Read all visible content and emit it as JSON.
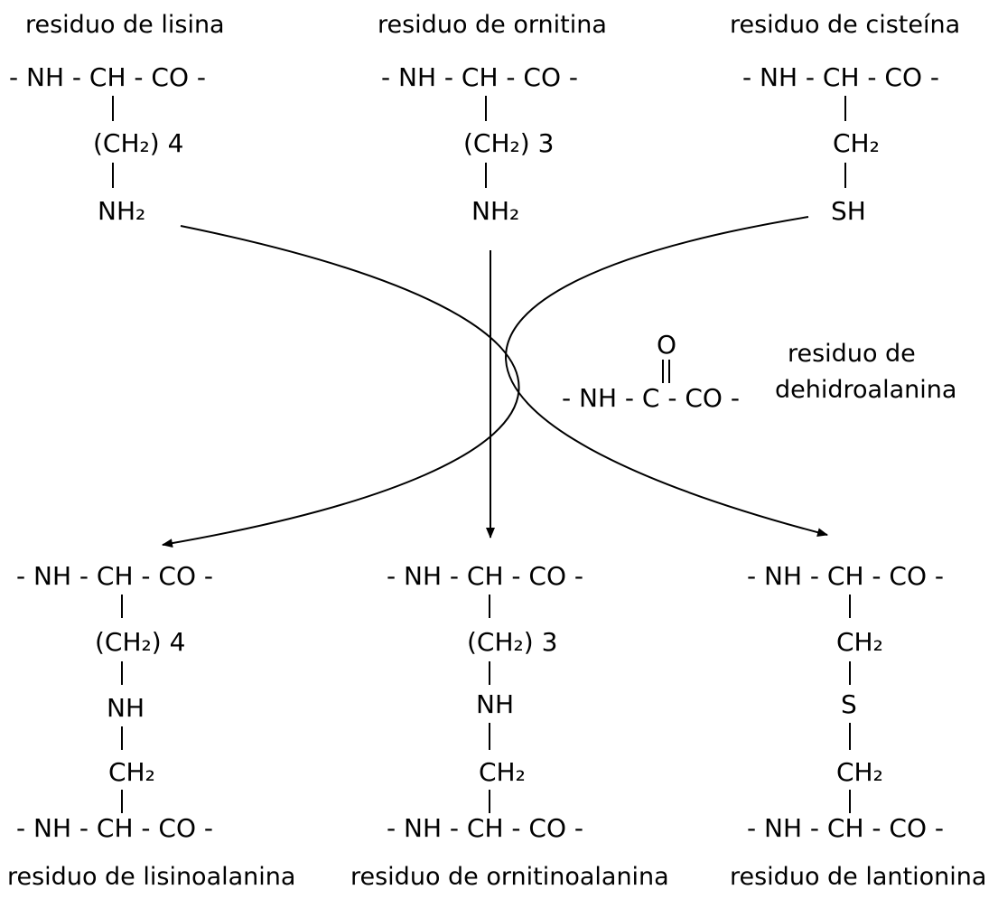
{
  "top": {
    "lysine": {
      "label": "residuo de lisina",
      "backbone": "- NH - CH - CO -",
      "chain": "(CH₂) 4",
      "end": "NH₂"
    },
    "ornithine": {
      "label": "residuo de ornitina",
      "backbone": "- NH - CH - CO -",
      "chain": "(CH₂) 3",
      "end": "NH₂"
    },
    "cysteine": {
      "label": "residuo de cisteína",
      "backbone": "- NH - CH - CO -",
      "chain": "CH₂",
      "end": "SH"
    }
  },
  "dehydroalanine": {
    "label_line1": "residuo de",
    "label_line2": "dehidroalanina",
    "oxygen": "O",
    "backbone": "- NH - C - CO -"
  },
  "bottom": {
    "lysinoalanine": {
      "label": "residuo de lisinoalanina",
      "backbone_top": "- NH - CH - CO -",
      "chain": "(CH₂) 4",
      "link": "NH",
      "ch2": "CH₂",
      "backbone_bottom": "- NH - CH - CO -"
    },
    "ornithinoalanine": {
      "label": "residuo de ornitinoalanina",
      "backbone_top": "- NH - CH - CO -",
      "chain": "(CH₂) 3",
      "link": "NH",
      "ch2": "CH₂",
      "backbone_bottom": "- NH - CH - CO -"
    },
    "lanthionine": {
      "label": "residuo de lantionina",
      "backbone_top": "- NH - CH - CO -",
      "ch2_top": "CH₂",
      "link": "S",
      "ch2_bottom": "CH₂",
      "backbone_bottom": "- NH - CH - CO -"
    }
  }
}
